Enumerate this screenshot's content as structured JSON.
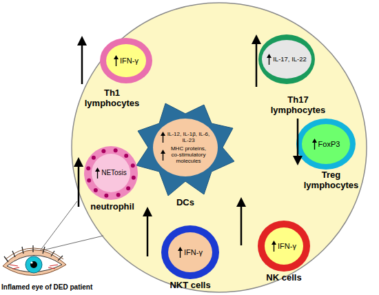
{
  "diagram": {
    "nodes": [
      {
        "text": [
          "Th1 lymphocytes"
        ]
      },
      {
        "text": [
          "IFN-γ"
        ],
        "in": 0
      },
      {
        "text": [
          "Th17 lymphocytes"
        ]
      },
      {
        "text": [
          "IL-17, IL-22"
        ],
        "in": 2
      },
      {
        "text": [
          "Treg lymphocytes"
        ]
      },
      {
        "text": [
          "FoxP3"
        ],
        "in": 4
      },
      {
        "text": [
          "DCs"
        ]
      },
      {
        "text": [
          "IL-12, IL-1β, IL-6, IL-23",
          "MHC proteins, co-stimulatory molecules"
        ],
        "in": 6
      },
      {
        "text": [
          "neutrophil"
        ]
      },
      {
        "text": [
          "NETosis"
        ],
        "in": 8
      },
      {
        "text": [
          "NKT cells"
        ]
      },
      {
        "text": [
          "IFN-γ"
        ],
        "in": 10
      },
      {
        "text": [
          "NK cells"
        ]
      },
      {
        "text": [
          "IFN-γ"
        ],
        "in": 12
      }
    ],
    "labels": [
      "Inflamed eye of DED patient"
    ]
  }
}
